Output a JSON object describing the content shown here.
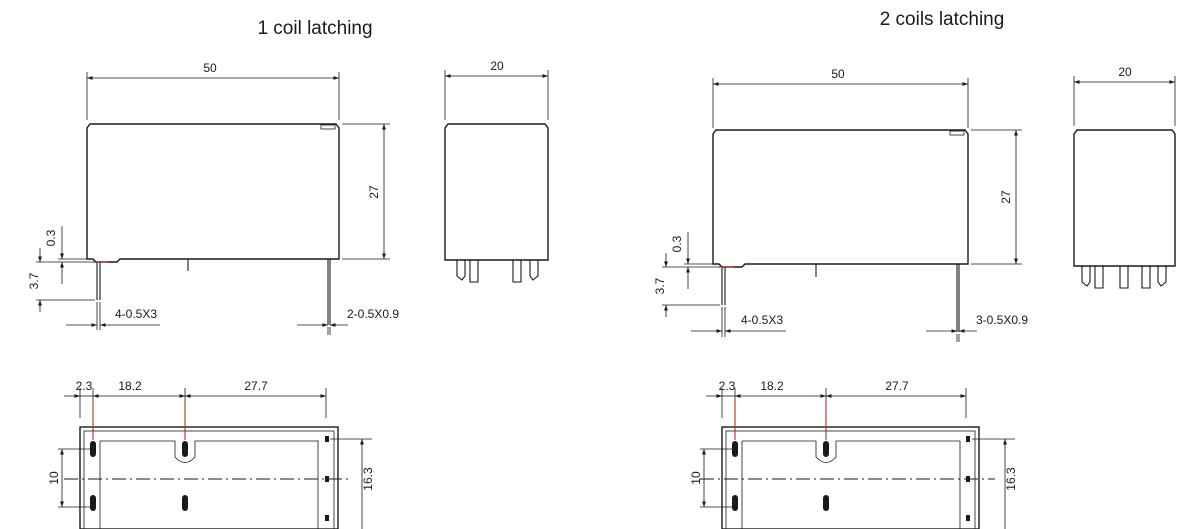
{
  "views": [
    {
      "title": "1 coil latching",
      "dims": {
        "length": "50",
        "width": "20",
        "height": "27",
        "gap": "0.3",
        "pin_length": "3.7",
        "pin_a": "4-0.5X3",
        "pin_b": "2-0.5X0.9",
        "pitch_1": "2.3",
        "pitch_2": "18.2",
        "pitch_3": "27.7",
        "row_spacing": "10",
        "pin_span": "16.3"
      }
    },
    {
      "title": "2 coils latching",
      "dims": {
        "length": "50",
        "width": "20",
        "height": "27",
        "gap": "0.3",
        "pin_length": "3.7",
        "pin_a": "4-0.5X3",
        "pin_b": "3-0.5X0.9",
        "pitch_1": "2.3",
        "pitch_2": "18.2",
        "pitch_3": "27.7",
        "row_spacing": "10",
        "pin_span": "16.3"
      }
    }
  ]
}
